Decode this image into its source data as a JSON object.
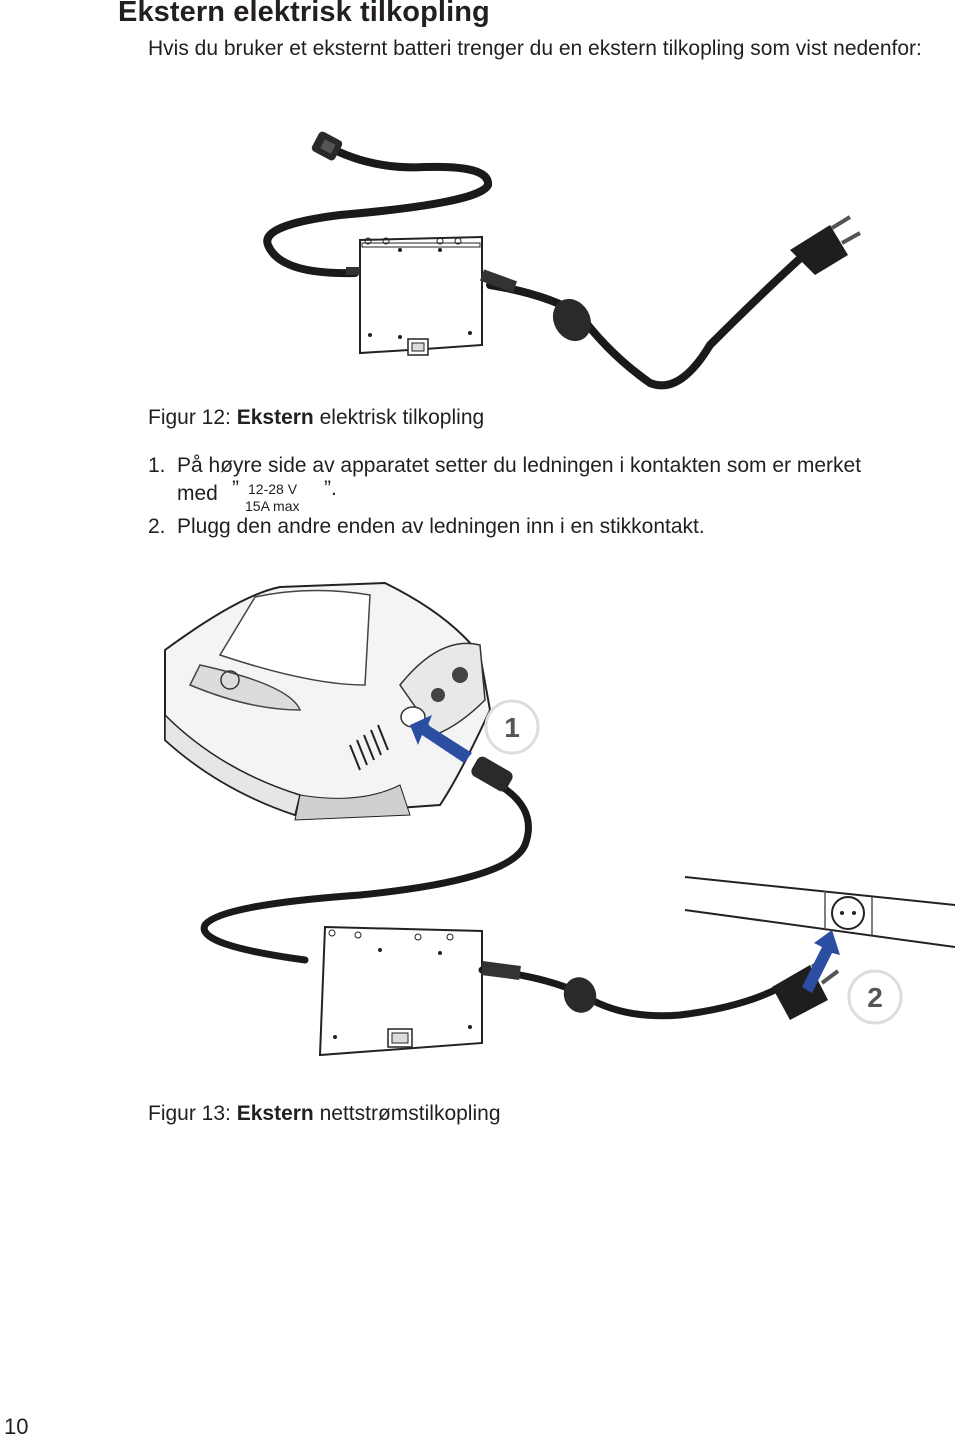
{
  "heading": "Ekstern elektrisk tilkopling",
  "intro": "Hvis du bruker et eksternt batteri trenger du en ekstern tilkopling som vist nedenfor:",
  "figure12": {
    "label": "Figur 12:",
    "bold": "Ekstern",
    "rest": "elektrisk tilkopling"
  },
  "steps": [
    {
      "num": "1.",
      "text": "På høyre side av apparatet setter du ledningen i kontakten som er merket"
    },
    {
      "num": "2.",
      "text": "Plugg den andre enden av ledningen inn i en stikkontakt."
    }
  ],
  "step1_continuation": {
    "med": "med",
    "open_quote": "”",
    "rating_line1": "12-28 V",
    "rating_line2": "15A max",
    "close_quote": "”."
  },
  "figure13": {
    "label": "Figur 13:",
    "bold": "Ekstern",
    "rest": "nettstrømstilkopling",
    "badge1": "1",
    "badge2": "2"
  },
  "page_number": "10",
  "colors": {
    "text": "#231f20",
    "arrow": "#2b4ea2",
    "cable": "#1a1a1a"
  }
}
